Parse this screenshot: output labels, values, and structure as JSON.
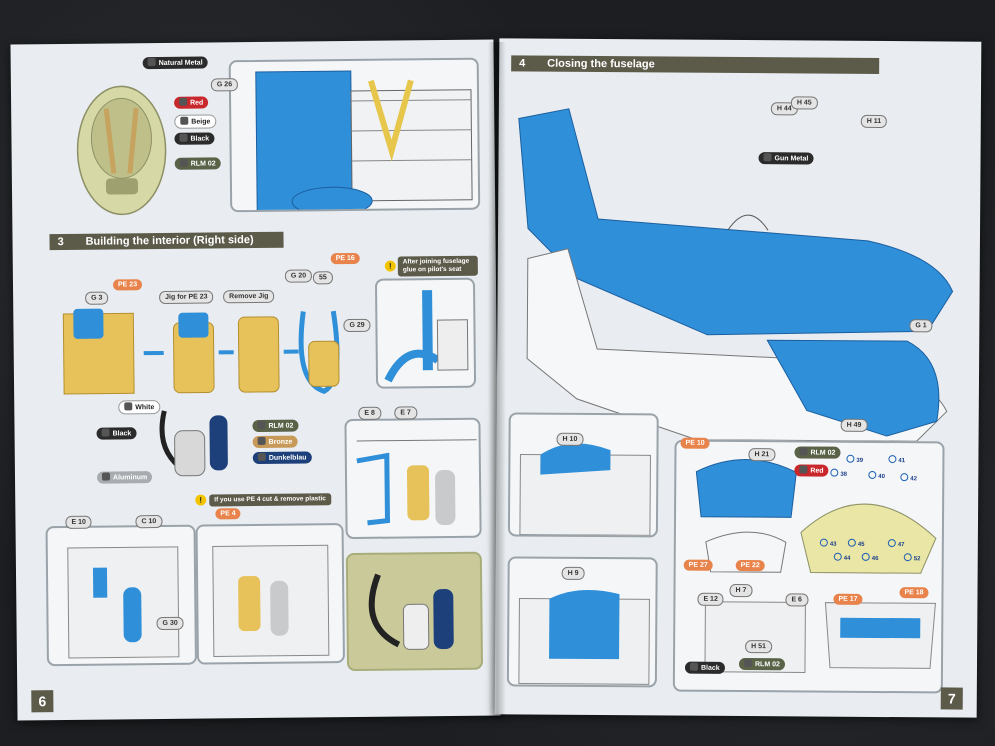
{
  "left_page": {
    "page_number": "6",
    "top_callouts": {
      "part_g26": "G 26",
      "paint_natural_metal": "Natural Metal",
      "paint_red": "Red",
      "paint_beige": "Beige",
      "paint_black": "Black",
      "paint_rlm02": "RLM 02"
    },
    "step3": {
      "number": "3",
      "title": "Building the interior (Right side)",
      "parts": {
        "g3": "G 3",
        "pe23": "PE 23",
        "jig_label": "Jig for PE 23",
        "remove_jig": "Remove Jig",
        "g20": "G 20",
        "pe16": "PE 16",
        "g55": "55",
        "g29": "G 29",
        "e8": "E 8",
        "e7": "E 7",
        "e10": "E 10",
        "c10": "C 10",
        "g30": "G 30",
        "pe4": "PE 4"
      },
      "notes": {
        "after_joining": "After joining fuselage glue on pilot's seat",
        "pe4_note": "If you use PE 4 cut & remove plastic"
      },
      "paints": {
        "white": "White",
        "black": "Black",
        "rlm02": "RLM 02",
        "bronze": "Bronze",
        "dunkelblau": "Dunkelblau",
        "aluminum": "Aluminum"
      }
    }
  },
  "right_page": {
    "page_number": "7",
    "step4": {
      "number": "4",
      "title": "Closing the fuselage",
      "parts": {
        "h44": "H 44",
        "h45": "H 45",
        "h11": "H 11",
        "gun_metal": "Gun Metal",
        "g1": "G 1",
        "h49": "H 49",
        "h10": "H 10",
        "h9": "H 9",
        "pe10": "PE 10",
        "h21": "H 21",
        "rlm02": "RLM 02",
        "red": "Red",
        "pe27": "PE 27",
        "pe22": "PE 22",
        "e12": "E 12",
        "h7": "H 7",
        "e6": "E 6",
        "h51": "H 51",
        "black": "Black",
        "rlm02b": "RLM 02",
        "pe17": "PE 17",
        "pe18": "PE 18"
      },
      "instrument_numbers": [
        "39",
        "40",
        "41",
        "42",
        "43",
        "44",
        "45",
        "46",
        "47",
        "52",
        "38"
      ]
    }
  },
  "colors": {
    "page_bg": "#e9edf1",
    "header_bg": "#5c5a49",
    "part_blue": "#2f8fd8",
    "yellow_part": "#e8c25a"
  }
}
